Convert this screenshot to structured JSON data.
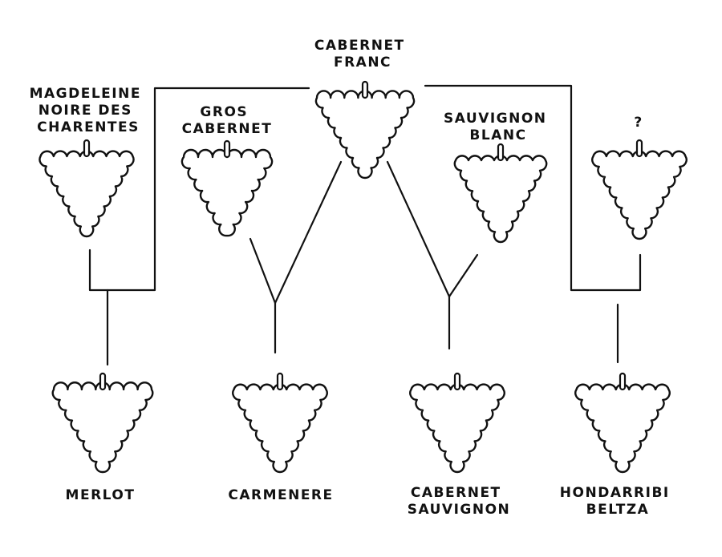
{
  "diagram": {
    "nodes": [
      {
        "id": "magdeleine",
        "lines": [
          "MAGDELEINE",
          "NOIRE DES",
          "CHARENTES"
        ]
      },
      {
        "id": "gros-cabernet",
        "lines": [
          "GROS",
          "CABERNET"
        ]
      },
      {
        "id": "cabernet-franc",
        "lines": [
          "CABERNET",
          "FRANC"
        ]
      },
      {
        "id": "sauvignon-blanc",
        "lines": [
          "SAUVIGNON",
          "BLANC"
        ]
      },
      {
        "id": "unknown",
        "lines": [
          "?"
        ]
      },
      {
        "id": "merlot",
        "lines": [
          "MERLOT"
        ]
      },
      {
        "id": "carmenere",
        "lines": [
          "CARMENERE"
        ]
      },
      {
        "id": "cabernet-sauvignon",
        "lines": [
          "CABERNET",
          "SAUVIGNON"
        ]
      },
      {
        "id": "hondarribi-beltza",
        "lines": [
          "HONDARRIBI",
          "BELTZA"
        ]
      }
    ],
    "edges": [
      {
        "parents": [
          "magdeleine",
          "cabernet-franc"
        ],
        "child": "merlot"
      },
      {
        "parents": [
          "gros-cabernet",
          "cabernet-franc"
        ],
        "child": "carmenere"
      },
      {
        "parents": [
          "cabernet-franc",
          "sauvignon-blanc"
        ],
        "child": "cabernet-sauvignon"
      },
      {
        "parents": [
          "cabernet-franc",
          "unknown"
        ],
        "child": "hondarribi-beltza"
      }
    ]
  }
}
